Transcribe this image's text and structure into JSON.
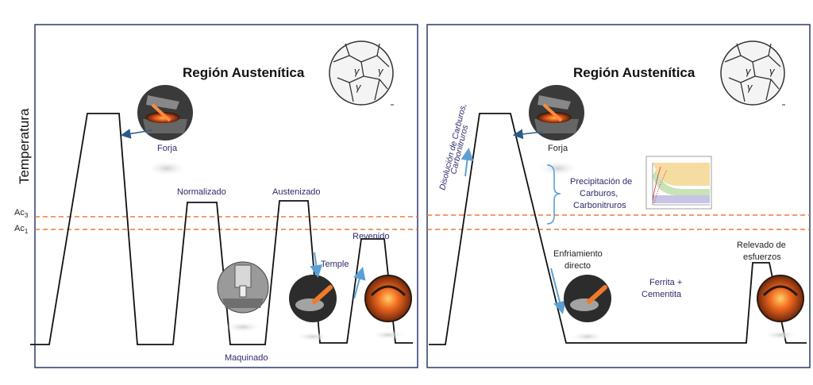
{
  "left_panel": {
    "y_axis_label": "Temperatura",
    "title": "Región Austenítica",
    "ac3_label": "Ac",
    "ac3_sub": "3",
    "ac1_label": "Ac",
    "ac1_sub": "1",
    "labels": {
      "forja": "Forja",
      "normalizado": "Normalizado",
      "austenizado": "Austenizado",
      "temple": "Temple",
      "revenido": "Revenido",
      "maquinado": "Maquinado"
    }
  },
  "right_panel": {
    "title": "Región Austenítica",
    "dissolution_line1": "Disolución de Carburos,",
    "dissolution_line2": "Carbonitruros",
    "forja": "Forja",
    "precip_line1": "Precipitación de",
    "precip_line2": "Carburos,",
    "precip_line3": "Carbonitruros",
    "enfr_line1": "Enfriamiento",
    "enfr_line2": "directo",
    "ferrita_line1": "Ferrita +",
    "ferrita_line2": "Cementita",
    "relev_line1": "Relevado de",
    "relev_line2": "esfuerzos"
  },
  "grain_symbol": "γ",
  "colors": {
    "panel_border": "#2b3a6b",
    "curve": "#111111",
    "dashed": "#ec7b3a",
    "arrow": "#5aa0d6",
    "label": "#2e2a6b"
  }
}
